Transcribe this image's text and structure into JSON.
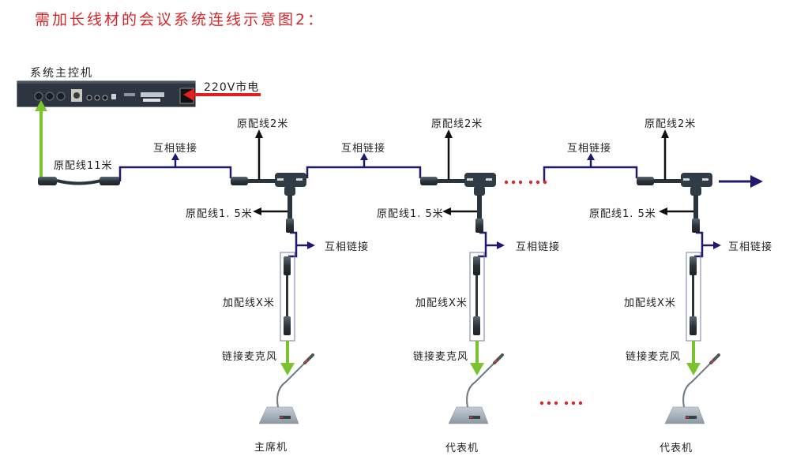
{
  "title": "需加长线材的会议系统连线示意图2：",
  "host": {
    "label": "系统主控机",
    "power_label": "220V市电"
  },
  "labels": {
    "main_cable": "原配线11米",
    "interlink": "互相链接",
    "cable_2m": "原配线2米",
    "cable_1_5m": "原配线1. 5米",
    "extension_cable": "加配线X米",
    "link_mic": "链接麦克风"
  },
  "units": [
    {
      "name": "主席机"
    },
    {
      "name": "代表机"
    },
    {
      "name": "代表机"
    }
  ],
  "colors": {
    "title": "#d8262b",
    "interlink_line": "#1f1a6e",
    "power_arrow": "#e02020",
    "signal_arrow": "#7ac231",
    "cable_arrow": "#111111",
    "ellipsis_dots": "#d42a2a",
    "device_body": "#2f3b45"
  }
}
